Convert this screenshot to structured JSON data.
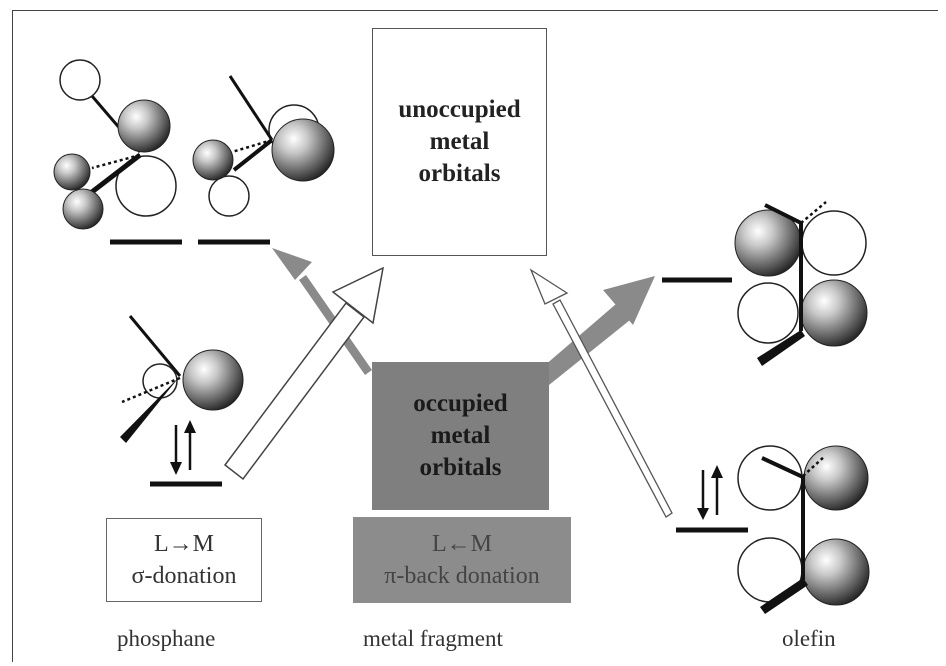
{
  "diagram": {
    "unoccupied_box": {
      "lines": [
        "unoccupied",
        "metal",
        "orbitals"
      ]
    },
    "occupied_box": {
      "lines": [
        "occupied",
        "metal",
        "orbitals"
      ]
    },
    "sigma_donation_box": {
      "lines": [
        "L→M",
        "σ-donation"
      ]
    },
    "pi_back_donation_box": {
      "lines": [
        "L←M",
        "π-back donation"
      ]
    },
    "labels": {
      "phosphane": "phosphane",
      "metal_fragment": "metal fragment",
      "olefin": "olefin"
    },
    "colors": {
      "filled_arrow": "#8a8a8a",
      "occupied_box_fill": "#7f7f7f",
      "pi_box_fill": "#8c8c8c",
      "line": "#111111"
    }
  }
}
